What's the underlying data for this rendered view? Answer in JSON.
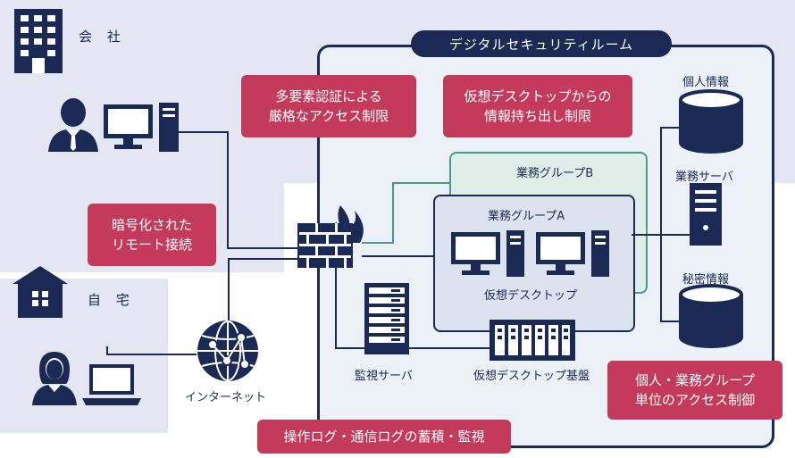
{
  "office": {
    "label": "会 社"
  },
  "home": {
    "label": "自 宅"
  },
  "room": {
    "title": "デジタルセキュリティルーム"
  },
  "callouts": {
    "mfa": "多要素認証による\n厳格なアクセス制限",
    "vdi_exfil": "仮想デスクトップからの\n情報持ち出し制限",
    "encrypted": "暗号化された\nリモート接続",
    "access_control": "個人・業務グループ\n単位のアクセス制御",
    "logging": "操作ログ・通信ログの蓄積・監視"
  },
  "groups": {
    "b": "業務グループB",
    "a": "業務グループA",
    "vdi": "仮想デスクトップ"
  },
  "labels": {
    "personal_info": "個人情報",
    "business_server": "業務サーバ",
    "secret_info": "秘密情報",
    "monitor_server": "監視サーバ",
    "vdi_platform": "仮想デスクトップ基盤",
    "internet": "インターネット"
  },
  "colors": {
    "navy": "#1b2a55",
    "crimson": "#c33a5b",
    "teal": "#4a9a8a",
    "region": "#e4e6f1"
  }
}
